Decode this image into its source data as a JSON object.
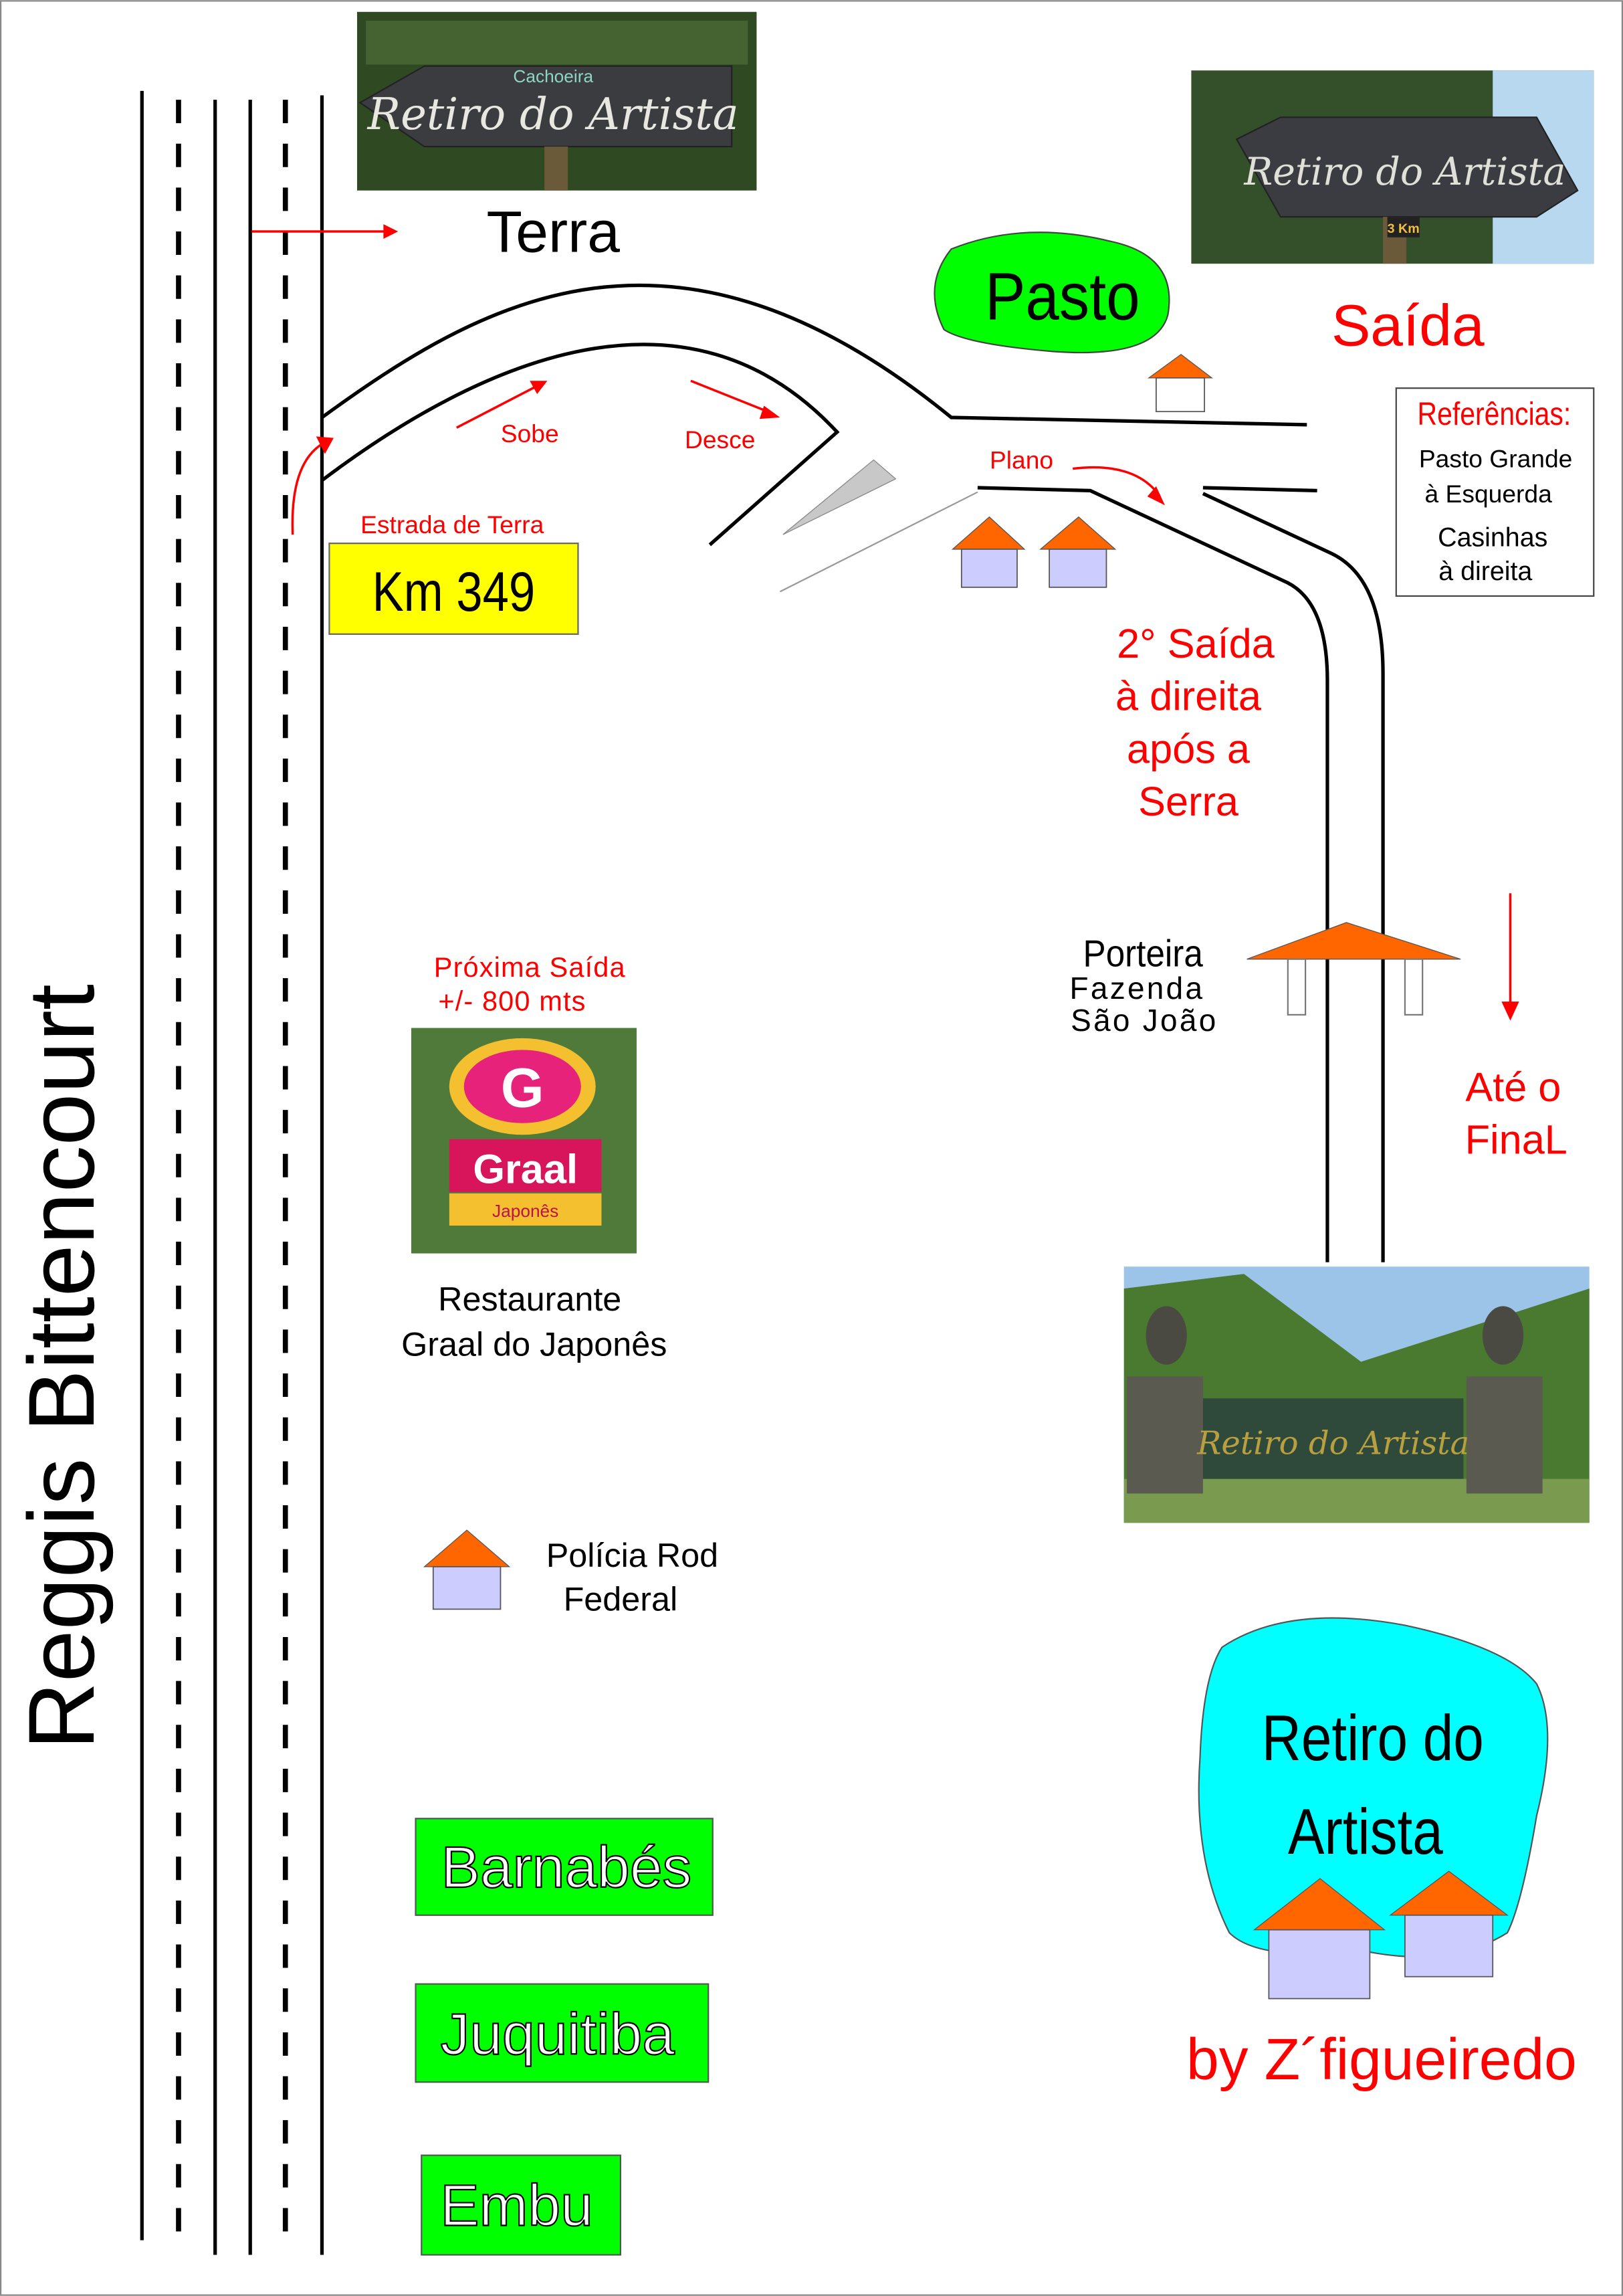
{
  "highway": {
    "name": "Reggis Bittencourt"
  },
  "labels": {
    "terra": "Terra",
    "sobe": "Sobe",
    "desce": "Desce",
    "plano": "Plano",
    "estrada": "Estrada de Terra",
    "km": "Km 349",
    "pasto": "Pasto",
    "saida": "Saída",
    "segunda_saida": [
      "2° Saída",
      "à direita",
      "após a",
      "Serra"
    ],
    "porteira": [
      "Porteira",
      "Fazenda",
      "São João"
    ],
    "ate_final": [
      "Até o",
      "FinaL"
    ],
    "proxima_saida": [
      "Próxima Saída",
      "+/- 800 mts"
    ],
    "restaurante": [
      "Restaurante",
      "Graal do Japonês"
    ],
    "policia": [
      "Polícia Rod",
      "Federal"
    ],
    "destino": [
      "Retiro do",
      "Artista"
    ],
    "autor": "by Z´figueiredo"
  },
  "referencias": {
    "title": "Referências:",
    "lines": [
      "Pasto Grande",
      "à Esquerda",
      "Casinhas",
      "à  direita"
    ]
  },
  "towns": [
    "Barnabés",
    "Juquitiba",
    "Embu"
  ],
  "photos": {
    "sign_left": {
      "lettering": "Retiro do Artista",
      "small": "Cachoeira"
    },
    "sign_right": {
      "lettering": "Retiro do Artista",
      "small": "3 Km"
    },
    "graal": {
      "logo": "G",
      "name": "Graal",
      "sub": "Japonês"
    },
    "gate": {
      "lettering": "Retiro do Artista"
    }
  },
  "colors": {
    "road": "#000000",
    "label_red": "#ff0000",
    "km_box": "#ffff00",
    "town_box": "#00ff00",
    "pasto": "#00ff00",
    "destination": "#00ffff",
    "roof": "#ff6600",
    "house": "#ccccff"
  }
}
